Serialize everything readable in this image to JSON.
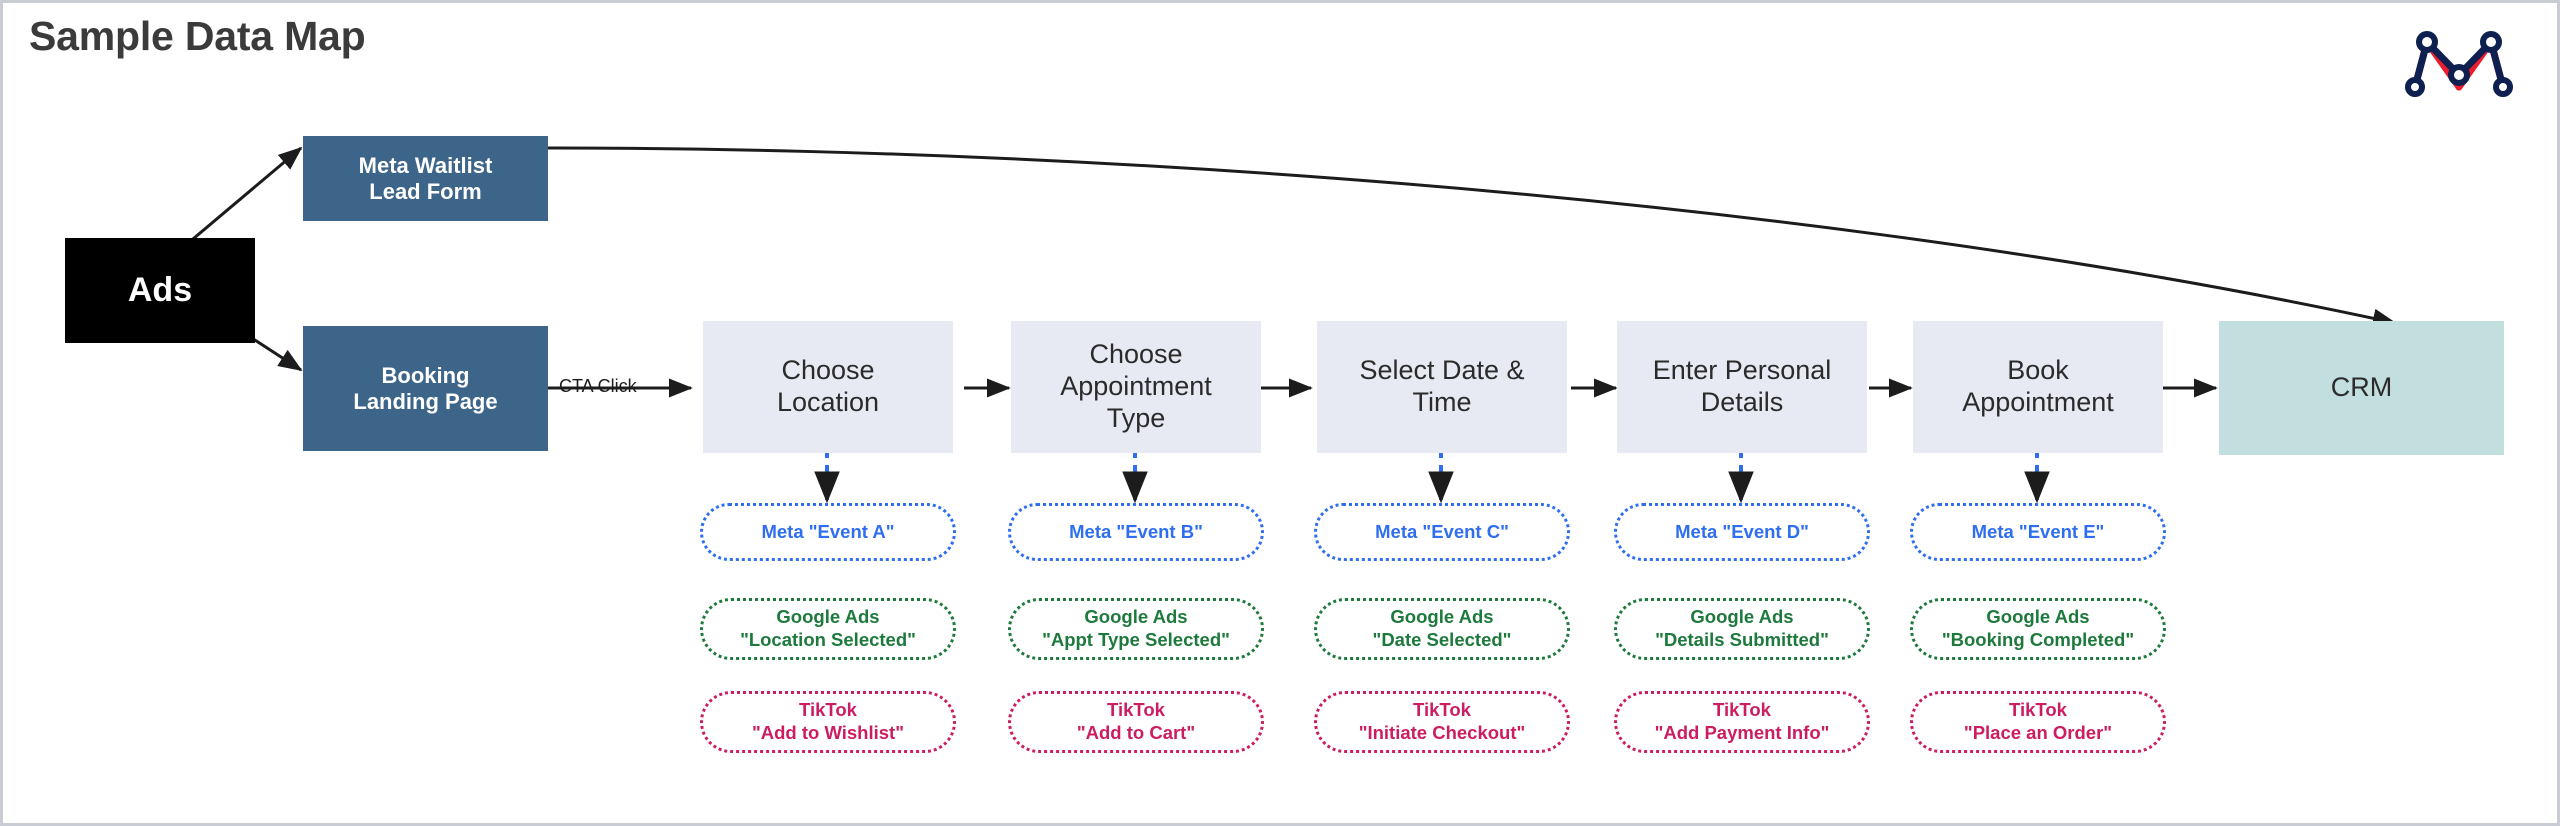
{
  "page": {
    "title": "Sample Data Map",
    "background": "#ffffff",
    "border_color": "#c9ccd2"
  },
  "logo": {
    "name": "network-nodes-logo",
    "navy": "#0d2050",
    "red": "#ed1b2e"
  },
  "palette": {
    "ads_bg": "#000000",
    "source_bg": "#3d6489",
    "step_bg": "#e7eaf2",
    "crm_bg": "#c2dedf",
    "meta": "#2f6fef",
    "google": "#1d7a3c",
    "tiktok": "#cc1d62",
    "arrow": "#1c1c1c"
  },
  "nodes": {
    "ads": {
      "label": "Ads"
    },
    "meta_waitlist": {
      "label": "Meta Waitlist\nLead Form"
    },
    "booking_landing": {
      "label": "Booking\nLanding Page"
    },
    "crm": {
      "label": "CRM"
    }
  },
  "edge_labels": {
    "cta_click": "CTA Click"
  },
  "funnel": {
    "steps": [
      {
        "id": "choose-location",
        "label": "Choose\nLocation"
      },
      {
        "id": "choose-appt-type",
        "label": "Choose\nAppointment\nType"
      },
      {
        "id": "select-date-time",
        "label": "Select Date &\nTime"
      },
      {
        "id": "enter-personal",
        "label": "Enter Personal\nDetails"
      },
      {
        "id": "book-appointment",
        "label": "Book\nAppointment"
      }
    ]
  },
  "events": {
    "meta": [
      "Meta \"Event A\"",
      "Meta \"Event B\"",
      "Meta \"Event C\"",
      "Meta \"Event D\"",
      "Meta \"Event E\""
    ],
    "google": [
      "Google Ads\n\"Location Selected\"",
      "Google Ads\n\"Appt Type Selected\"",
      "Google Ads\n\"Date Selected\"",
      "Google Ads\n\"Details Submitted\"",
      "Google Ads\n\"Booking Completed\""
    ],
    "tiktok": [
      "TikTok\n\"Add to Wishlist\"",
      "TikTok\n\"Add to Cart\"",
      "TikTok\n\"Initiate Checkout\"",
      "TikTok\n\"Add Payment Info\"",
      "TikTok\n\"Place an Order\""
    ]
  }
}
